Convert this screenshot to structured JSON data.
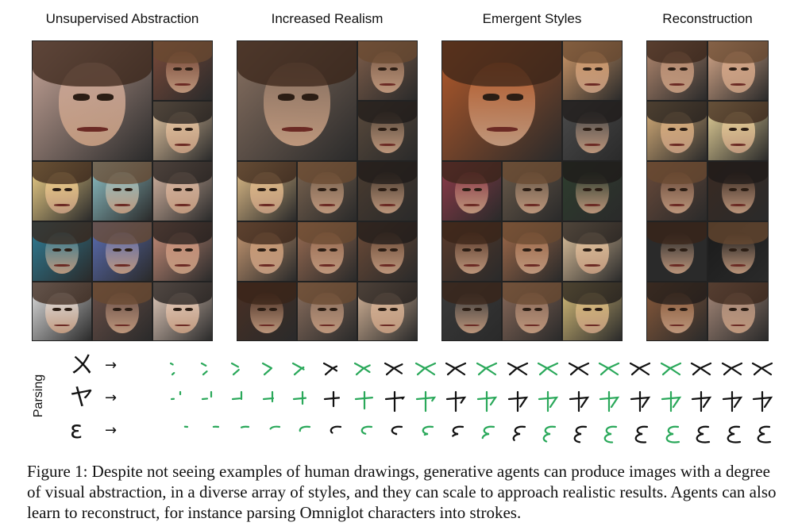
{
  "panels": [
    {
      "title": "Unsupervised Abstraction"
    },
    {
      "title": "Increased Realism"
    },
    {
      "title": "Emergent Styles"
    },
    {
      "title": "Reconstruction"
    }
  ],
  "palette": {
    "unsupervised": [
      "#c9a79a",
      "#7a4a3a",
      "#e7c9a4",
      "#f2d48a",
      "#8fc3c8",
      "#d9b9a5",
      "#2f7f98",
      "#5c6fb5",
      "#c98f7a",
      "#e3e3e3",
      "#6b5048",
      "#e8d0c0",
      "#f1e4dc"
    ],
    "realism": [
      "#8a7262",
      "#7f5e4a",
      "#5a4a3c",
      "#e3c08a",
      "#7b6450",
      "#4b3c30",
      "#c99a73",
      "#9a6c52",
      "#6d4b37",
      "#4a3024",
      "#8b6f5e",
      "#d8b79a"
    ],
    "emergent": [
      "#b55a2a",
      "#d19a6a",
      "#4b4b4b",
      "#8f3b4a",
      "#6a5a4a",
      "#2e3e2e",
      "#5a3a2a",
      "#a06a4a",
      "#e2c6a0",
      "#3a3a3a",
      "#8a6a5a",
      "#d9c07a"
    ],
    "reconstruction": [
      "#b58a70",
      "#d8a98a",
      "#d9b07a",
      "#e8d49a",
      "#6a4a3a",
      "#3a2a22",
      "#2a2a2a",
      "#1a1a1a",
      "#8a5a3a",
      "#a88a7a"
    ]
  },
  "parsing": {
    "label": "Parsing",
    "rows": [
      {
        "glyph": "ㄨ",
        "final": "ㄨ",
        "name": "character-1"
      },
      {
        "glyph": "ヤ",
        "final": "ヤ",
        "name": "character-2"
      },
      {
        "glyph": "ε",
        "final": "ε",
        "name": "character-3"
      }
    ],
    "arrow": "→",
    "steps": 20,
    "stroke_color": "#2aa85a"
  },
  "caption": "Figure 1: Despite not seeing examples of human drawings, generative agents can produce images with a degree of visual abstraction, in a diverse array of styles, and they can scale to approach realistic results. Agents can also learn to reconstruct, for instance parsing Omniglot characters into strokes."
}
